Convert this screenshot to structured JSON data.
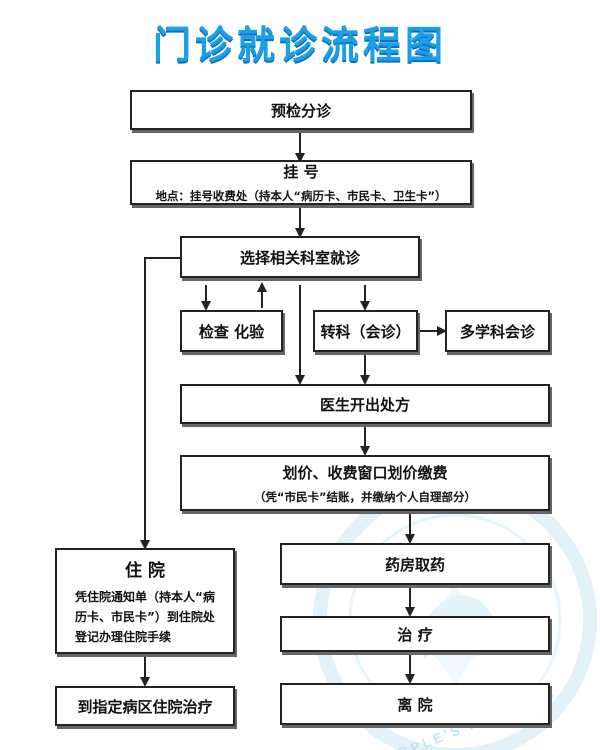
{
  "title": "门诊就诊流程图",
  "steps": {
    "triage": "预检分诊",
    "register": {
      "label": "挂  号",
      "note": "地点：挂号收费处（持本人“病历卡、市民卡、卫生卡”）"
    },
    "choose_dept": "选择相关科室就诊",
    "exam": "检查  化验",
    "transfer": "转科（会诊）",
    "mdt": "多学科会诊",
    "prescription": "医生开出处方",
    "pricing": {
      "label": "划价、收费窗口划价缴费",
      "note": "（凭“市民卡”结账，并缴纳个人自理部分）"
    },
    "pharmacy": "药房取药",
    "treatment": "治  疗",
    "discharge": "离  院",
    "hospitalization": {
      "label": "住  院",
      "lines": [
        "凭住院通知单（持本人“病",
        "历卡、市民卡”）到住院处",
        "登记办理住院手续"
      ]
    },
    "ward": "到指定病区住院治疗"
  },
  "watermark": {
    "text": "PEOPLE'S HOSPITAL",
    "color": "#9fd3ee"
  },
  "colors": {
    "title": "#1aa0e8",
    "line": "#222222"
  }
}
